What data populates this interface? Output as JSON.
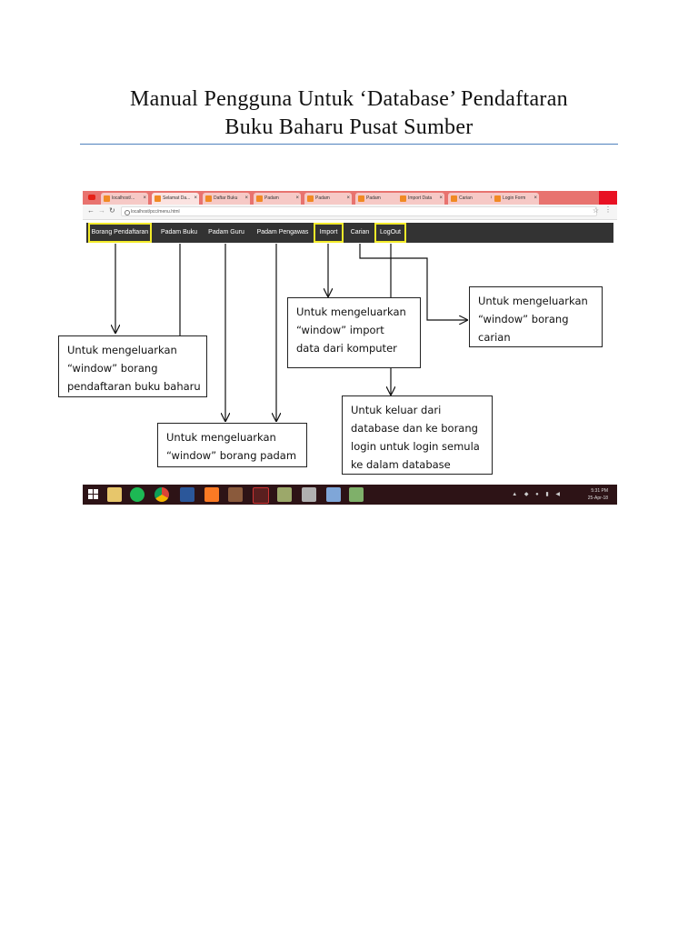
{
  "document": {
    "title_line1": "Manual Pengguna Untuk ‘Database’ Pendaftaran",
    "title_line2": "Buku Baharu Pusat Sumber"
  },
  "browser": {
    "tabs": [
      {
        "label": "localhost/..."
      },
      {
        "label": "Selamat Da..."
      },
      {
        "label": "Daftar Buku"
      },
      {
        "label": "Padam"
      },
      {
        "label": "Padam"
      },
      {
        "label": "Padam"
      },
      {
        "label": "Import Data"
      },
      {
        "label": "Carian"
      },
      {
        "label": "Login Form"
      }
    ],
    "url": "localhost/pcc/menu.html",
    "back_icon": "arrow-left-icon",
    "forward_icon": "arrow-right-icon",
    "reload_icon": "reload-icon"
  },
  "menu": {
    "items": [
      {
        "label": "Borang Pendaftaran"
      },
      {
        "label": "Padam Buku"
      },
      {
        "label": "Padam Guru"
      },
      {
        "label": "Padam Pengawas"
      },
      {
        "label": "Import"
      },
      {
        "label": "Carian"
      },
      {
        "label": "LogOut"
      }
    ],
    "highlight_color": "#f2ea2a"
  },
  "callouts": {
    "pendaftaran": {
      "line1": "Untuk mengeluarkan",
      "line2": "“window” borang",
      "line3": "pendaftaran buku baharu"
    },
    "padam": {
      "line1": "Untuk mengeluarkan",
      "line2": "“window” borang padam"
    },
    "import": {
      "line1": "Untuk mengeluarkan",
      "line2": "“window”  import",
      "line3": "data dari komputer"
    },
    "carian": {
      "line1": "Untuk mengeluarkan",
      "line2": "“window” borang",
      "line3": "carian"
    },
    "logout": {
      "line1": "Untuk keluar dari",
      "line2": "database dan ke borang",
      "line3": "login untuk login semula",
      "line4": "ke dalam database"
    }
  },
  "taskbar": {
    "time": "5:31 PM",
    "date": "25-Apr-18",
    "icons": [
      "windows-icon",
      "file-explorer-icon",
      "spotify-icon",
      "chrome-icon",
      "word-icon",
      "xampp-icon",
      "image-viewer-icon",
      "app-icon",
      "media-player-icon",
      "printer-icon",
      "notepad-icon",
      "paint-icon"
    ]
  }
}
